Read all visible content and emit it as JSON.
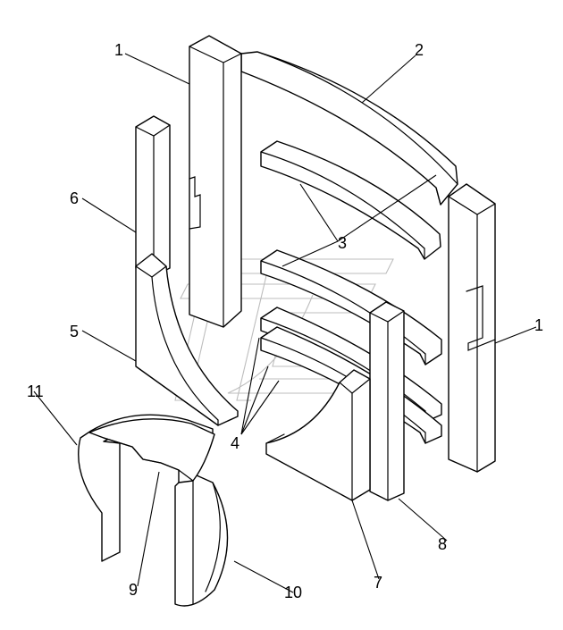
{
  "callouts": {
    "c1_left": "1",
    "c2": "2",
    "c3": "3",
    "c4": "4",
    "c5": "5",
    "c6": "6",
    "c1_right": "1",
    "c7": "7",
    "c8": "8",
    "c9": "9",
    "c10": "10",
    "c11": "11"
  },
  "colors": {
    "line": "#000000",
    "background": "#ffffff",
    "watermark": "#bdbdbd"
  }
}
